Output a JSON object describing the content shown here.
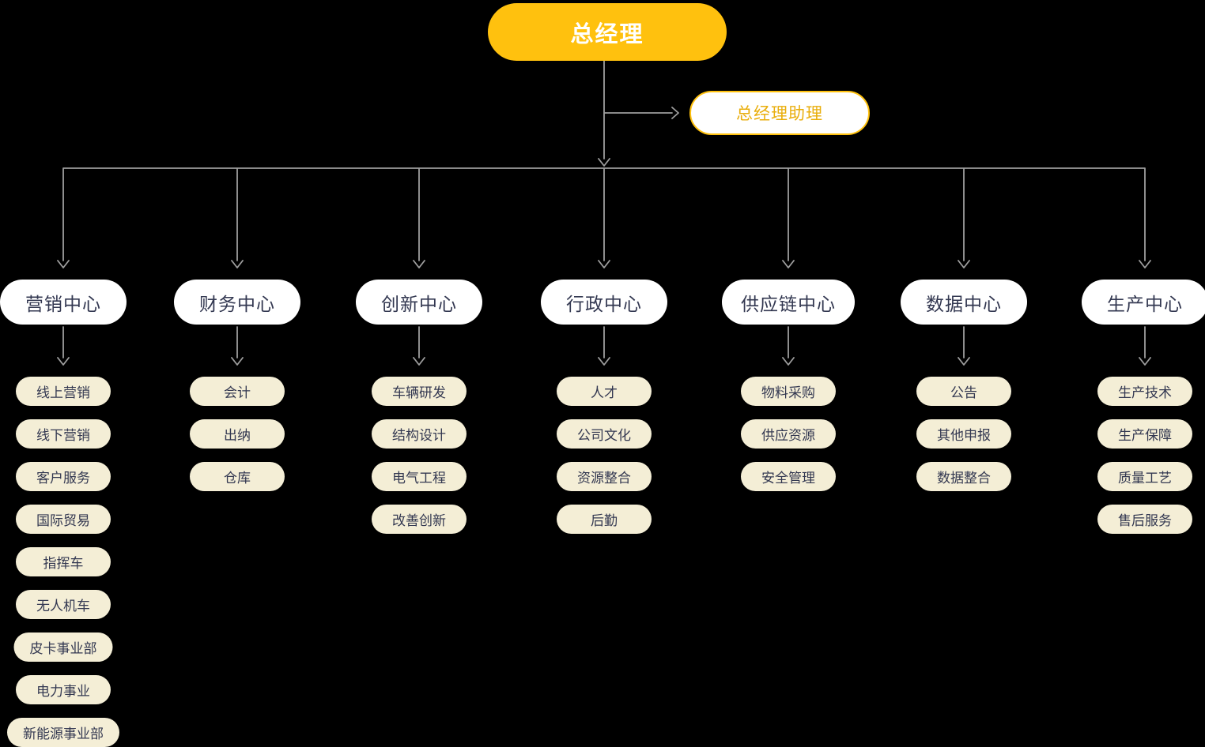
{
  "chart": {
    "root": {
      "label": "总经理"
    },
    "assistant": {
      "label": "总经理助理"
    },
    "departments": [
      {
        "label": "营销中心",
        "children": [
          "线上营销",
          "线下营销",
          "客户服务",
          "国际贸易",
          "指挥车",
          "无人机车",
          "皮卡事业部",
          "电力事业",
          "新能源事业部"
        ]
      },
      {
        "label": "财务中心",
        "children": [
          "会计",
          "出纳",
          "仓库"
        ]
      },
      {
        "label": "创新中心",
        "children": [
          "车辆研发",
          "结构设计",
          "电气工程",
          "改善创新"
        ]
      },
      {
        "label": "行政中心",
        "children": [
          "人才",
          "公司文化",
          "资源整合",
          "后勤"
        ]
      },
      {
        "label": "供应链中心",
        "children": [
          "物料采购",
          "供应资源",
          "安全管理"
        ]
      },
      {
        "label": "数据中心",
        "children": [
          "公告",
          "其他申报",
          "数据整合"
        ]
      },
      {
        "label": "生产中心",
        "children": [
          "生产技术",
          "生产保障",
          "质量工艺",
          "售后服务"
        ]
      }
    ]
  },
  "colors": {
    "primary": "#FFC10E",
    "accent_gold": "#E9AE0C",
    "node_bg": "#FFFFFF",
    "sub_bg": "#F4EED6",
    "text_dark": "#333851",
    "text_light": "#FFFFFF",
    "connector": "#9E9E9E",
    "background": "#000000"
  }
}
